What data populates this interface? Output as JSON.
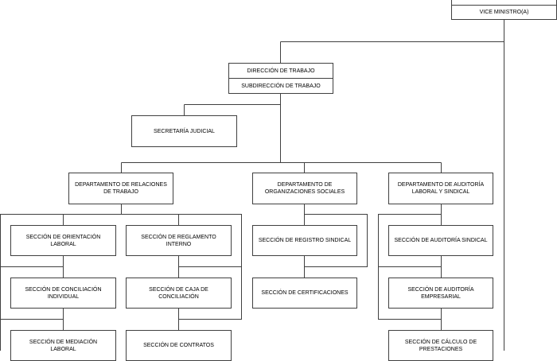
{
  "nodes": {
    "vice_ministro": "VICE MINISTRO(A)",
    "direccion": "DIRECCIÓN DE TRABAJO",
    "subdireccion": "SUBDIRECCIÓN DE TRABAJO",
    "secretaria": "SECRETARÍA JUDICIAL",
    "depto_relaciones": "DEPARTAMENTO DE RELACIONES DE TRABAJO",
    "depto_organizaciones": "DEPARTAMENTO DE ORGANIZACIONES SOCIALES",
    "depto_auditoria": "DEPARTAMENTO DE AUDITORÍA LABORAL Y SINDICAL",
    "sec_orientacion": "SECCIÓN DE ORIENTACIÓN LABORAL",
    "sec_reglamento": "SECCIÓN DE REGLAMENTO INTERNO",
    "sec_conciliacion": "SECCIÓN DE CONCILIACIÓN INDIVIDUAL",
    "sec_caja": "SECCIÓN DE CAJA DE CONCILIACIÓN",
    "sec_mediacion": "SECCIÓN DE MEDIACIÓN LABORAL",
    "sec_contratos": "SECCIÓN DE CONTRATOS",
    "sec_registro": "SECCIÓN DE REGISTRO SINDICAL",
    "sec_certificaciones": "SECCIÓN DE CERTIFICACIONES",
    "sec_auditoria_sindical": "SECCIÓN DE AUDITORÍA SINDICAL",
    "sec_auditoria_empresarial": "SECCIÓN DE AUDITORÍA EMPRESARIAL",
    "sec_calculo": "SECCIÓN DE CÁLCULO DE PRESTACIONES"
  },
  "colors": {
    "line": "#404040",
    "box_border": "#404040",
    "text": "#000000"
  }
}
